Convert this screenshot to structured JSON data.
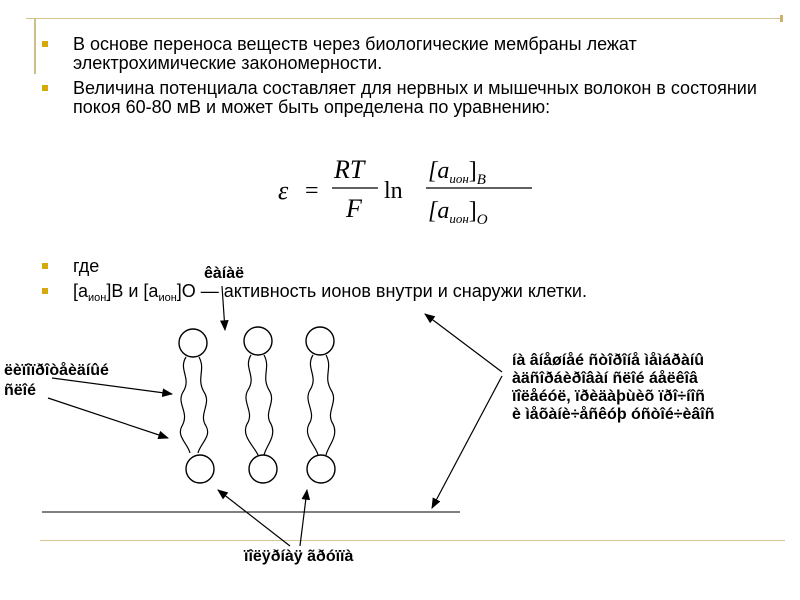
{
  "bullets": [
    "В основе переноса веществ через биологические мембраны лежат электрохимические закономерности.",
    "Величина потенциала составляет для нервных и мышечных волокон в состоянии покоя 60-80 мВ и может быть определена по уравнению:"
  ],
  "formula": {
    "lhs": "ε",
    "equals": "=",
    "num": "RT",
    "den": "F",
    "ln": "ln",
    "top_open": "[a",
    "top_sub": "ион",
    "top_close": "]",
    "top_index": "B",
    "bottom_open": "[a",
    "bottom_sub": "ион",
    "bottom_close": "]",
    "bottom_index": "O"
  },
  "where_text": " где",
  "activity": {
    "a1": "[a",
    "sub1": "ион",
    "mid": "]B и [a",
    "sub2": "ион",
    "end": "]O — активность ионов внутри и снаружи клетки."
  },
  "labels": {
    "top": "êàíàë",
    "left_1": "ëèïîïðîòåèäíûé",
    "left_2": "ñëîé",
    "right": [
      "íà âíåøíåé ñòîðîíå ìåìáðàíû",
      "àäñîðáèðîâàí ñëîé áåëêîâ",
      "ïîëåéóë, ïðèäàþùèõ ïðî÷íîñ",
      "è ìåõàíè÷åñêóþ óñòîé÷èâîñ"
    ],
    "bottom": "ïîëÿðíàÿ ãðóïïà"
  },
  "colors": {
    "bullet": "#d4a90b",
    "frame": "#d4c592"
  }
}
